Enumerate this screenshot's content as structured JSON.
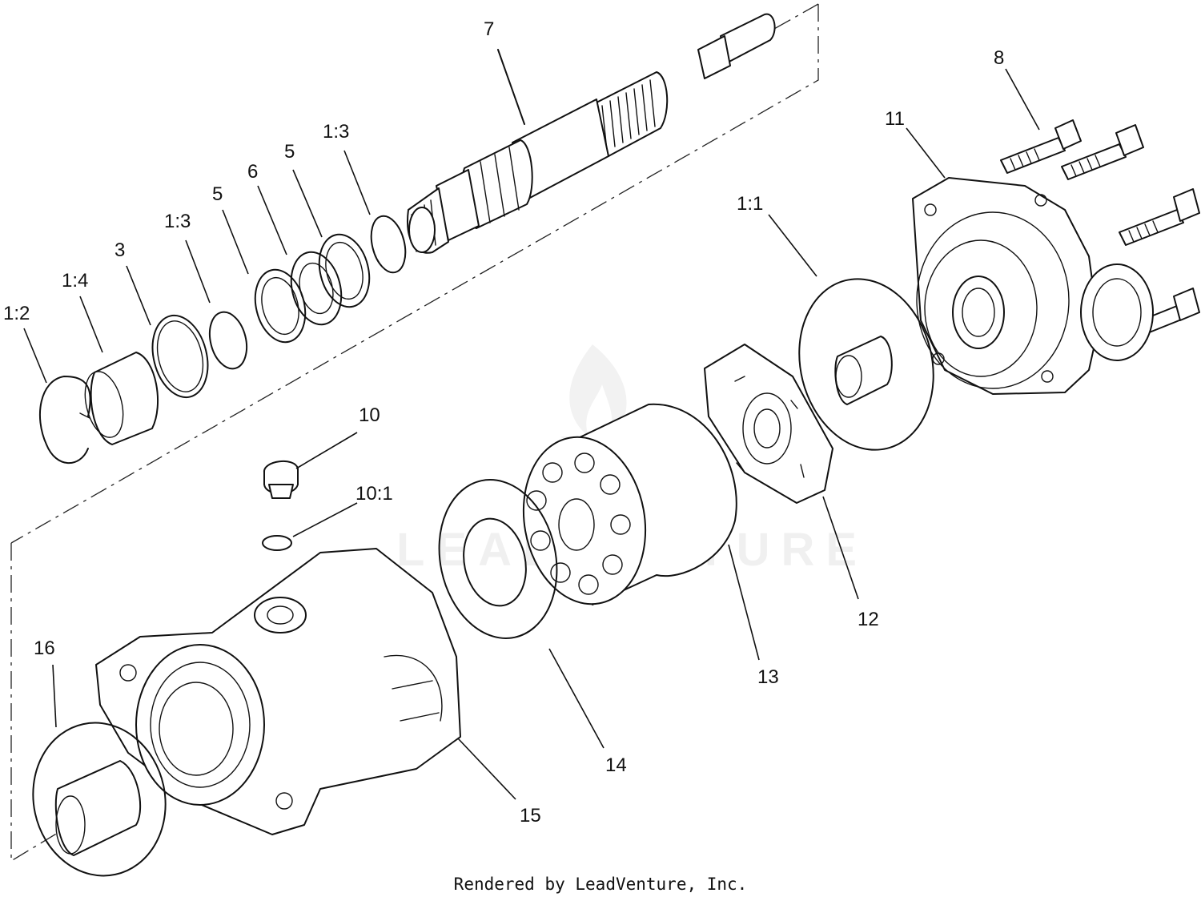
{
  "diagram": {
    "callouts": [
      {
        "id": "c7",
        "text": "7"
      },
      {
        "id": "c8",
        "text": "8"
      },
      {
        "id": "c11",
        "text": "11"
      },
      {
        "id": "c1_1",
        "text": "1:1"
      },
      {
        "id": "c1_3a",
        "text": "1:3"
      },
      {
        "id": "c5a",
        "text": "5"
      },
      {
        "id": "c6",
        "text": "6"
      },
      {
        "id": "c5b",
        "text": "5"
      },
      {
        "id": "c1_3b",
        "text": "1:3"
      },
      {
        "id": "c3",
        "text": "3"
      },
      {
        "id": "c1_4",
        "text": "1:4"
      },
      {
        "id": "c1_2",
        "text": "1:2"
      },
      {
        "id": "c10",
        "text": "10"
      },
      {
        "id": "c10_1",
        "text": "10:1"
      },
      {
        "id": "c12",
        "text": "12"
      },
      {
        "id": "c13",
        "text": "13"
      },
      {
        "id": "c14",
        "text": "14"
      },
      {
        "id": "c15",
        "text": "15"
      },
      {
        "id": "c16",
        "text": "16"
      }
    ],
    "watermark": "LEADVENTURE",
    "credit": "Rendered by LeadVenture, Inc."
  }
}
